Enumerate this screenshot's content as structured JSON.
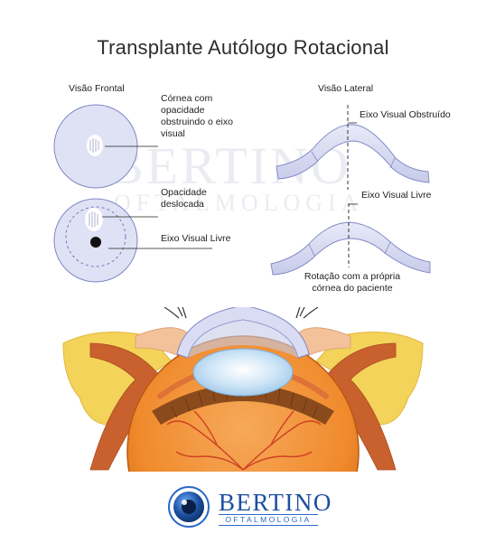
{
  "title": "Transplante Autólogo Rotacional",
  "frontal_view": {
    "heading": "Visão Frontal",
    "label_top": "Córnea com opacidade obstruindo o eixo visual",
    "label_opacity_moved": "Opacidade deslocada",
    "label_axis_free": "Eixo Visual Livre"
  },
  "lateral_view": {
    "heading": "Visão Lateral",
    "label_axis_blocked": "Eixo Visual Obstruído",
    "label_axis_free": "Eixo Visual Livre",
    "label_rotation": "Rotação com a própria córnea do paciente"
  },
  "watermark": {
    "line1": "BERTINO",
    "line2": "OFTALMOLOGIA"
  },
  "brand": {
    "name": "BERTINO",
    "subtitle": "OFTALMOLOGIA"
  },
  "colors": {
    "cornea_fill": "#dfe2f4",
    "cornea_stroke": "#7f86c7",
    "brand_blue": "#1c4fa0",
    "eye_orange": "#f08a2c",
    "iris_brown": "#8a4a1c",
    "fat_yellow": "#f3d35a",
    "vessel_red": "#c8321e"
  }
}
